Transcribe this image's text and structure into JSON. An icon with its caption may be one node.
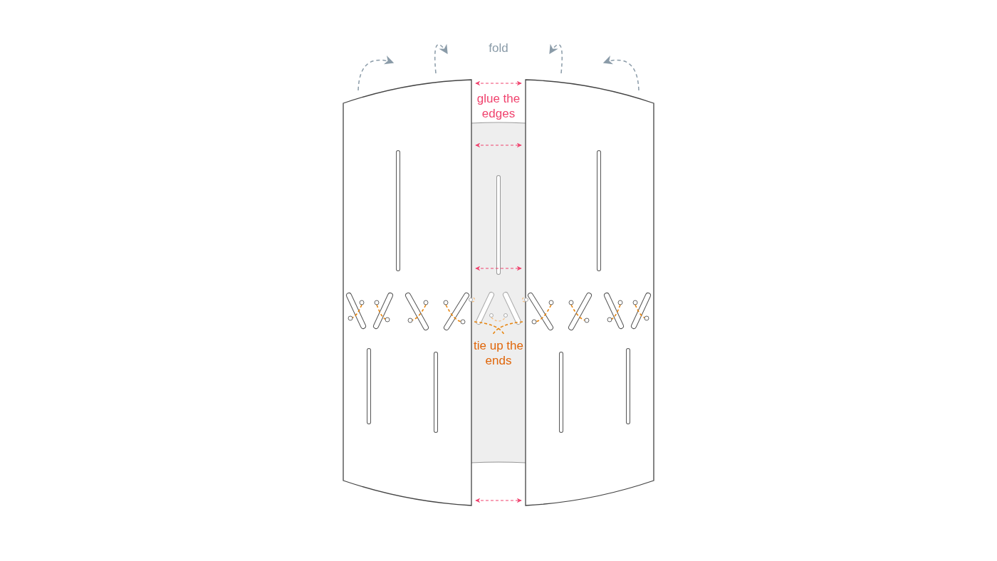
{
  "diagram": {
    "labels": [
      "fold",
      "glue the edges",
      "tie up the ends"
    ]
  }
}
